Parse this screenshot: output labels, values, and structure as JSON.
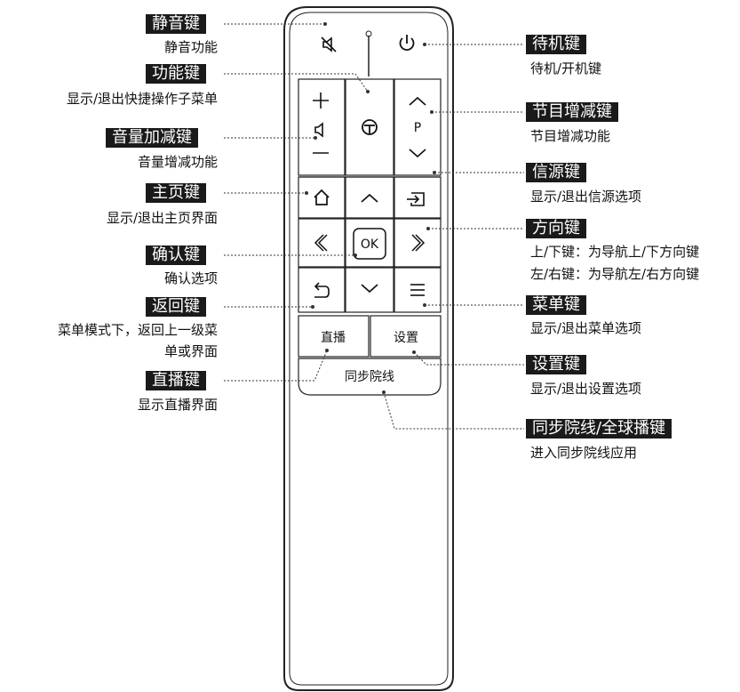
{
  "labels": {
    "mute": {
      "title": "静音键",
      "desc": "静音功能"
    },
    "function": {
      "title": "功能键",
      "desc": "显示/退出快捷操作子菜单"
    },
    "volume": {
      "title": "音量加减键",
      "desc": "音量增减功能"
    },
    "home": {
      "title": "主页键",
      "desc": "显示/退出主页界面"
    },
    "ok": {
      "title": "确认键",
      "desc": "确认选项"
    },
    "back": {
      "title": "返回键",
      "desc_line1": "菜单模式下，返回上一级菜",
      "desc_line2": "单或界面"
    },
    "live": {
      "title": "直播键",
      "desc": "显示直播界面"
    },
    "power": {
      "title": "待机键",
      "desc": "待机/开机键"
    },
    "program": {
      "title": "节目增减键",
      "desc": "节目增减功能"
    },
    "source": {
      "title": "信源键",
      "desc": "显示/退出信源选项"
    },
    "direction": {
      "title": "方向键",
      "desc_line1": "上/下键：为导航上/下方向键",
      "desc_line2": "左/右键：为导航左/右方向键"
    },
    "menu": {
      "title": "菜单键",
      "desc": "显示/退出菜单选项"
    },
    "settings": {
      "title": "设置键",
      "desc": "显示/退出设置选项"
    },
    "sync": {
      "title": "同步院线/全球播键",
      "desc": "进入同步院线应用"
    }
  },
  "remote": {
    "ok_label": "OK",
    "p_label": "P",
    "live_label": "直播",
    "settings_label": "设置",
    "sync_label": "同步院线"
  },
  "colors": {
    "tag_bg": "#1a1a1a",
    "tag_text": "#ffffff",
    "line": "#222222"
  }
}
